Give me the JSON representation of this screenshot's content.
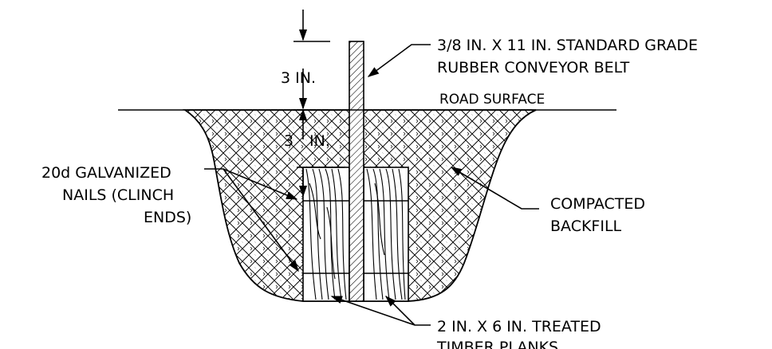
{
  "labels": {
    "belt_line1": "3/8 IN. X 11 IN. STANDARD GRADE",
    "belt_line2": "RUBBER CONVEYOR BELT",
    "road_surface": "ROAD SURFACE",
    "dim_above": "3 IN.",
    "dim_below_num": "3",
    "dim_below_unit": "IN.",
    "nails_line1": "20d GALVANIZED",
    "nails_line2": "NAILS (CLINCH",
    "nails_line3": "ENDS)",
    "backfill_line1": "COMPACTED",
    "backfill_line2": "BACKFILL",
    "timber_line1": "2 IN. X 6 IN. TREATED",
    "timber_line2": "TIMBER PLANKS"
  }
}
